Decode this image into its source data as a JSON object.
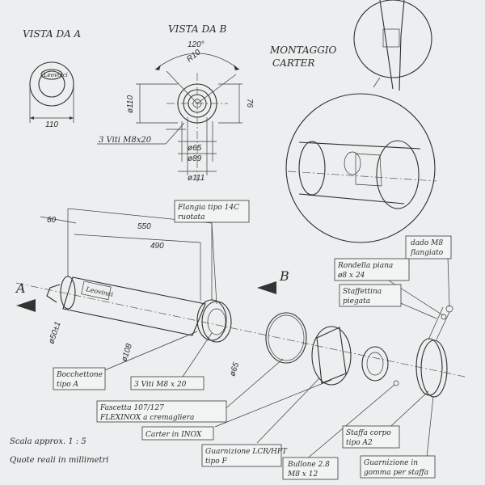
{
  "views": {
    "a": "VISTA DA A",
    "b": "VISTA DA B",
    "montaggio_line1": "MONTAGGIO",
    "montaggio_line2": "CARTER"
  },
  "dims": {
    "d110": "110",
    "angle120": "120°",
    "r10": "R10",
    "phi110": "ø110",
    "d76": "76",
    "phi65": "ø65",
    "phi89": "ø89",
    "phi111": "ø111",
    "d60": "60",
    "d550": "550",
    "d490": "490",
    "phi108": "ø108",
    "phi65b": "ø65",
    "phi50": "ø50±1"
  },
  "markers": {
    "a": "A",
    "b": "B"
  },
  "logo": "Leovinci",
  "callouts": {
    "viti_top": "3 Viti M8x20",
    "flangia": [
      "Flangia tipo 14C",
      "ruotata"
    ],
    "dado": [
      "dado M8",
      "flangiato"
    ],
    "rondella": [
      "Rondella piana",
      "ø8 x 24"
    ],
    "staffettina": [
      "Staffettina",
      "piegata"
    ],
    "bocchettone": [
      "Bocchettone",
      "tipo A"
    ],
    "viti_mid": "3 Viti M8 x 20",
    "fascetta": [
      "Fascetta 107/127",
      "FLEXINOX a cremagliera"
    ],
    "carter": "Carter in INOX",
    "guarnizione": [
      "Guarnizione LCR/HPT",
      "tipo F"
    ],
    "bullone": [
      "Bullone 2.8",
      "M8 x 12"
    ],
    "staffa": [
      "Staffa corpo",
      "tipo A2"
    ],
    "gommino": [
      "Guarnizione in",
      "gomma per staffa"
    ]
  },
  "notes": {
    "scala": "Scala approx. 1 : 5",
    "quote": "Quote reali in millimetri"
  }
}
